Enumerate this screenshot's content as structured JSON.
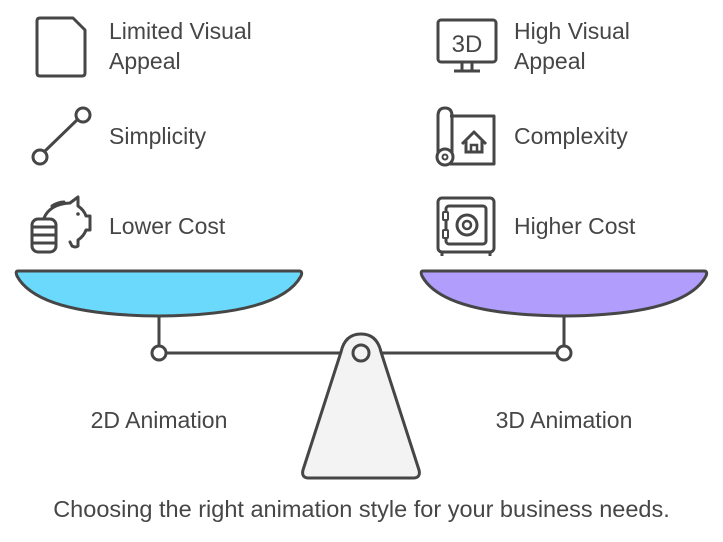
{
  "left": {
    "title": "2D Animation",
    "pan_color": "#6bd9fb",
    "items": [
      {
        "label_line1": "Limited Visual",
        "label_line2": "Appeal",
        "icon": "blank-document-icon"
      },
      {
        "label": "Simplicity",
        "icon": "simple-line-icon"
      },
      {
        "label": "Lower Cost",
        "icon": "piggy-bank-coins-icon"
      }
    ]
  },
  "right": {
    "title": "3D Animation",
    "pan_color": "#b09dfc",
    "items": [
      {
        "label_line1": "High Visual",
        "label_line2": "Appeal",
        "icon": "3d-monitor-icon",
        "icon_text": "3D"
      },
      {
        "label": "Complexity",
        "icon": "blueprint-house-icon"
      },
      {
        "label": "Higher Cost",
        "icon": "safe-vault-icon"
      }
    ]
  },
  "fulcrum_color": "#f3f3f3",
  "stroke_color": "#464646",
  "caption": "Choosing the right animation style for your business needs."
}
